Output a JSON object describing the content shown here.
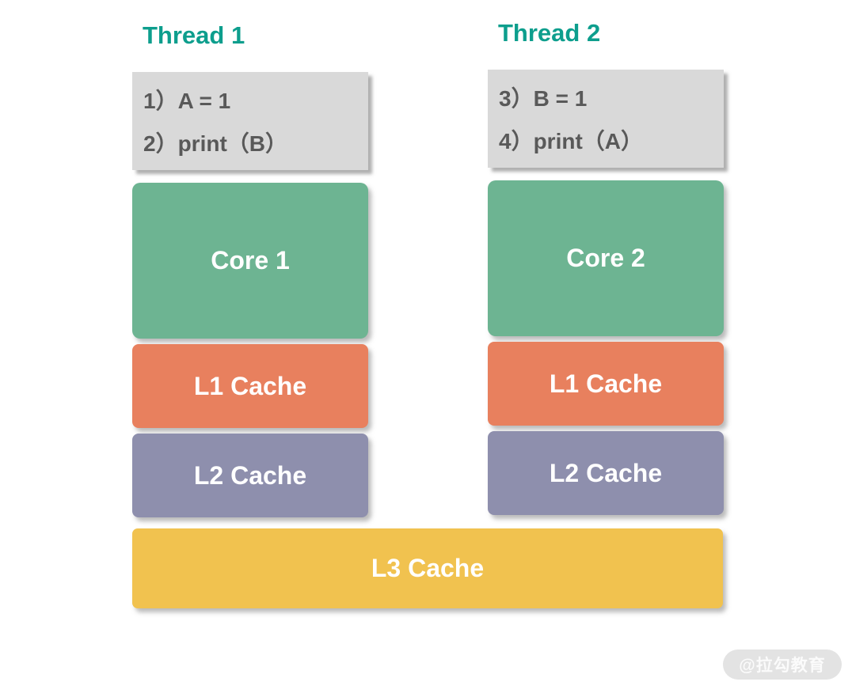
{
  "colors": {
    "thread_title": "#0d9e8d",
    "code_box_bg": "#d9d9d9",
    "code_text": "#595959",
    "core_green": "#6db492",
    "l1_orange": "#e8805e",
    "l2_purple": "#8e8fad",
    "l3_yellow": "#f1c24f",
    "box_text": "#ffffff",
    "watermark_bg": "#e3e3e3",
    "watermark_text": "#fbfbfb"
  },
  "columns": [
    {
      "title": "Thread 1",
      "code_lines": [
        "1）A = 1",
        "2）print（B）"
      ],
      "core_label": "Core 1",
      "l1_label": "L1 Cache",
      "l2_label": "L2 Cache"
    },
    {
      "title": "Thread 2",
      "code_lines": [
        "3）B = 1",
        "4）print（A）"
      ],
      "core_label": "Core 2",
      "l1_label": "L1 Cache",
      "l2_label": "L2 Cache"
    }
  ],
  "l3_label": "L3 Cache",
  "watermark": "@拉勾教育"
}
